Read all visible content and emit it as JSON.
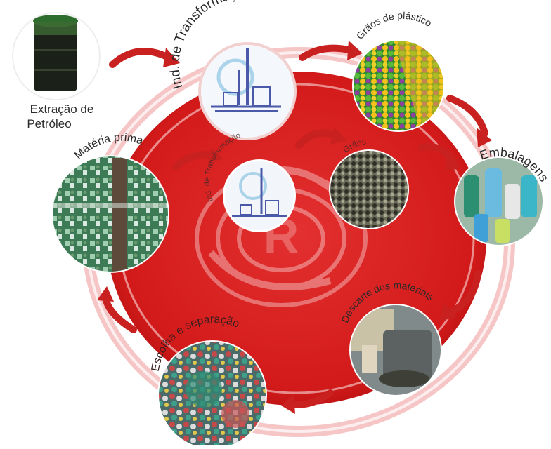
{
  "diagram": {
    "labels": {
      "extraction": [
        "Extração de",
        "Petróleo"
      ],
      "industry_outer": "Ind. de Transformação",
      "plastic_grains": "Grãos de plástico",
      "packaging": "Embalagens",
      "disposal": "Descarte dos materiais",
      "sorting": "Escolha e separação",
      "raw_material": "Matéria prima",
      "industry_inner": "Ind. de Transformação",
      "grains_inner": "Grãos"
    },
    "colors": {
      "disc_red": "#d61d1d",
      "arrow_red": "#c92020",
      "ring_pink": "#f3b3b3"
    }
  }
}
